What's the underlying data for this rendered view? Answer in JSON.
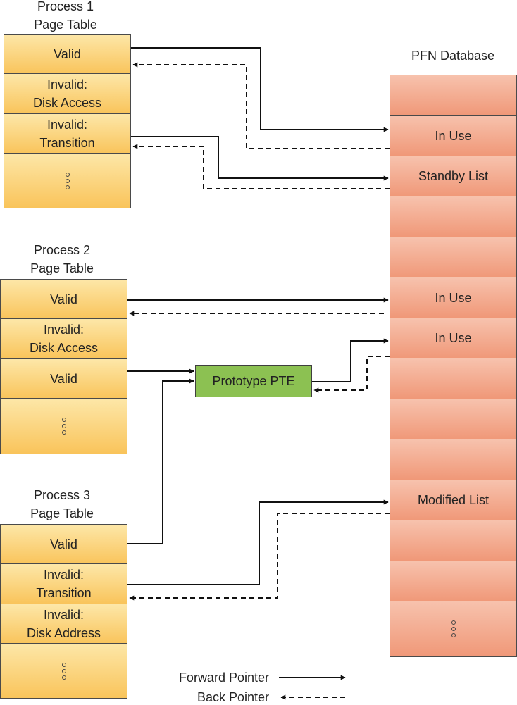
{
  "process1": {
    "title_line1": "Process 1",
    "title_line2": "Page Table",
    "cells": [
      {
        "line1": "Valid",
        "line2": ""
      },
      {
        "line1": "Invalid:",
        "line2": "Disk Access"
      },
      {
        "line1": "Invalid:",
        "line2": "Transition"
      }
    ]
  },
  "process2": {
    "title_line1": "Process 2",
    "title_line2": "Page Table",
    "cells": [
      {
        "line1": "Valid",
        "line2": ""
      },
      {
        "line1": "Invalid:",
        "line2": "Disk Access"
      },
      {
        "line1": "Valid",
        "line2": ""
      }
    ]
  },
  "process3": {
    "title_line1": "Process 3",
    "title_line2": "Page Table",
    "cells": [
      {
        "line1": "Valid",
        "line2": ""
      },
      {
        "line1": "Invalid:",
        "line2": "Transition"
      },
      {
        "line1": "Invalid:",
        "line2": "Disk Address"
      }
    ]
  },
  "pfn": {
    "title": "PFN Database",
    "entries": [
      "",
      "In Use",
      "Standby List",
      "",
      "",
      "In Use",
      "In Use",
      "",
      "",
      "",
      "Modified List",
      "",
      ""
    ]
  },
  "prototype": {
    "label": "Prototype PTE"
  },
  "legend": {
    "forward": "Forward Pointer",
    "back": "Back Pointer"
  },
  "colors": {
    "page_table": "#f9c45b",
    "pfn": "#f09878",
    "prototype": "#8cc152"
  }
}
